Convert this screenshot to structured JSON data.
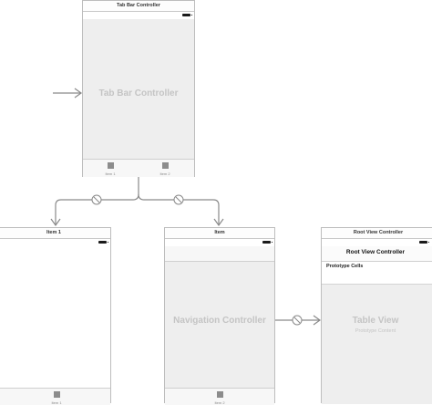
{
  "tab_bar_controller": {
    "title": "Tab Bar Controller",
    "label": "Tab Bar Controller",
    "tabs": [
      {
        "label": "Item 1"
      },
      {
        "label": "Item 2"
      }
    ]
  },
  "item1_scene": {
    "title": "Item 1",
    "tab_label": "Item 1"
  },
  "item_scene": {
    "title": "Item",
    "label": "Navigation Controller",
    "tab_label": "Item 2"
  },
  "root_view_controller": {
    "title": "Root View Controller",
    "nav_title": "Root View Controller",
    "section_header": "Prototype Cells",
    "label": "Table View",
    "sublabel": "Prototype Content"
  },
  "colors": {
    "canvas": "#ffffff",
    "scene_border": "#bdbdbd",
    "content_fill": "#eeeeee",
    "placeholder_text": "#c4c4c4",
    "segue_line": "#8a8a8a"
  }
}
